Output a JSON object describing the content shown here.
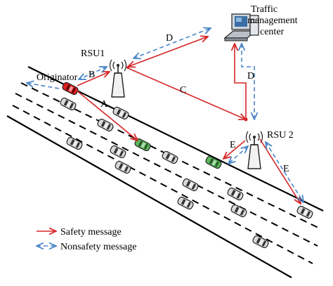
{
  "nodes": {
    "tmc_line1": "Traffic",
    "tmc_line2": "management",
    "tmc_line3": "center",
    "rsu1": "RSU1",
    "rsu2": "RSU 2",
    "originator": "Originator"
  },
  "links": {
    "a": "A",
    "b": "B",
    "c": "C",
    "d_top": "D",
    "d_right": "D",
    "e_left": "E",
    "e_right": "E"
  },
  "legend": {
    "safety": "Safety message",
    "nonsafety": "Nonsafety message"
  },
  "colors": {
    "safety": "#d62728",
    "nonsafety": "#4a86c8",
    "car_gray": "#d9d9d9",
    "car_green": "#5cb85c",
    "car_red": "#e02020",
    "road": "#000000"
  }
}
